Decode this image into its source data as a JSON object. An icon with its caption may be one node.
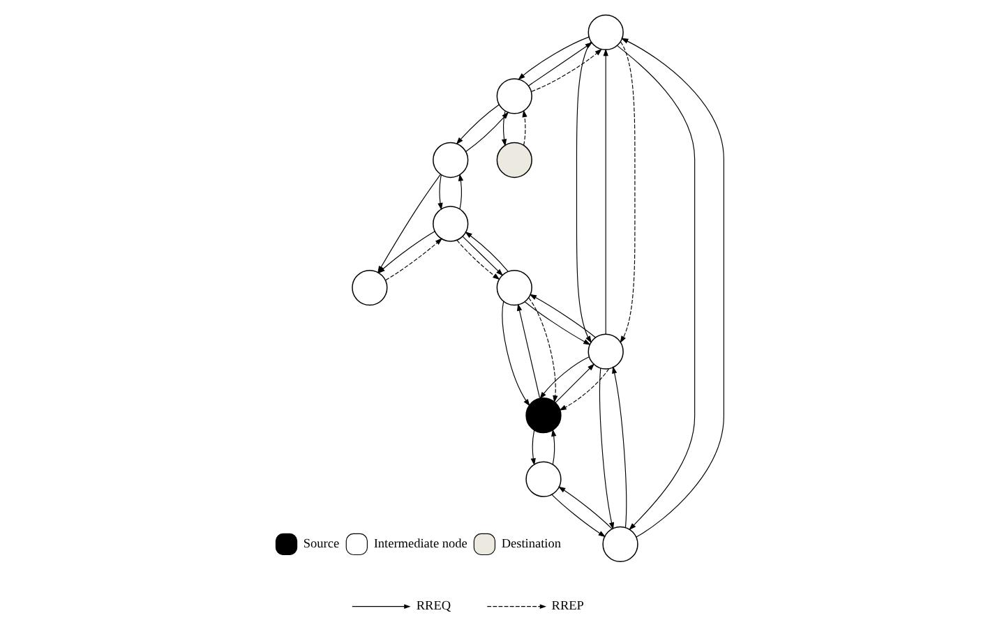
{
  "diagram": {
    "nodes": [
      {
        "text": [],
        "shape": "circle"
      },
      {
        "text": [],
        "shape": "circle"
      },
      {
        "text": [],
        "shape": "circle"
      },
      {
        "text": [],
        "shape": "circle"
      },
      {
        "text": [],
        "shape": "circle"
      },
      {
        "text": [],
        "shape": "circle"
      },
      {
        "text": [],
        "shape": "circle"
      },
      {
        "text": [],
        "shape": "circle"
      },
      {
        "text": [],
        "shape": "circle"
      },
      {
        "text": [],
        "shape": "circle"
      },
      {
        "text": [],
        "shape": "circle"
      }
    ],
    "edges": [
      {
        "from": 4,
        "to": 2,
        "arrow": "to"
      },
      {
        "from": 2,
        "to": 4,
        "arrow": "to"
      },
      {
        "from": 4,
        "to": 7,
        "arrow": "to"
      },
      {
        "from": 7,
        "to": 4,
        "arrow": "to"
      },
      {
        "from": 2,
        "to": 0,
        "arrow": "to"
      },
      {
        "from": 0,
        "to": 2,
        "arrow": "to"
      },
      {
        "from": 2,
        "to": 5,
        "arrow": "to"
      },
      {
        "from": 5,
        "to": 2,
        "arrow": "to"
      },
      {
        "from": 0,
        "to": 1,
        "arrow": "to"
      },
      {
        "from": 1,
        "to": 0,
        "arrow": "to"
      },
      {
        "from": 1,
        "to": 0,
        "arrow": "to",
        "style": "dashed"
      },
      {
        "from": 0,
        "to": 5,
        "arrow": "to"
      },
      {
        "from": 5,
        "to": 0,
        "arrow": "to"
      },
      {
        "from": 0,
        "to": 5,
        "arrow": "to",
        "style": "dashed"
      },
      {
        "from": 1,
        "to": 3,
        "arrow": "to"
      },
      {
        "from": 3,
        "to": 1,
        "arrow": "to",
        "style": "dashed"
      },
      {
        "from": 1,
        "to": 6,
        "arrow": "to"
      },
      {
        "from": 6,
        "to": 1,
        "arrow": "to"
      },
      {
        "from": 6,
        "to": 8,
        "arrow": "to"
      },
      {
        "from": 6,
        "to": 10,
        "arrow": "to"
      },
      {
        "from": 10,
        "to": 6,
        "arrow": "to"
      },
      {
        "from": 5,
        "to": 7,
        "arrow": "to"
      },
      {
        "from": 7,
        "to": 5,
        "arrow": "to"
      },
      {
        "from": 5,
        "to": 7,
        "arrow": "to",
        "style": "dashed"
      },
      {
        "from": 7,
        "to": 9,
        "arrow": "to"
      },
      {
        "from": 9,
        "to": 7,
        "arrow": "to"
      },
      {
        "from": 9,
        "to": 7,
        "arrow": "to",
        "style": "dashed"
      },
      {
        "from": 5,
        "to": 9,
        "arrow": "to"
      },
      {
        "from": 9,
        "to": 5,
        "arrow": "to"
      },
      {
        "from": 9,
        "to": 10,
        "arrow": "to"
      },
      {
        "from": 10,
        "to": 9,
        "arrow": "to"
      },
      {
        "from": 10,
        "to": 9,
        "arrow": "to",
        "style": "dashed"
      },
      {
        "from": 10,
        "to": 8,
        "arrow": "to"
      },
      {
        "from": 8,
        "to": 10,
        "arrow": "to",
        "style": "dashed"
      }
    ],
    "legend": [
      {
        "text": "Source",
        "color": "#000000"
      },
      {
        "text": "Intermediate node",
        "color": "#ffffff"
      },
      {
        "text": "Destination",
        "color": "#ece9e0"
      },
      {
        "text": "RREQ"
      },
      {
        "text": "RREP"
      }
    ]
  }
}
